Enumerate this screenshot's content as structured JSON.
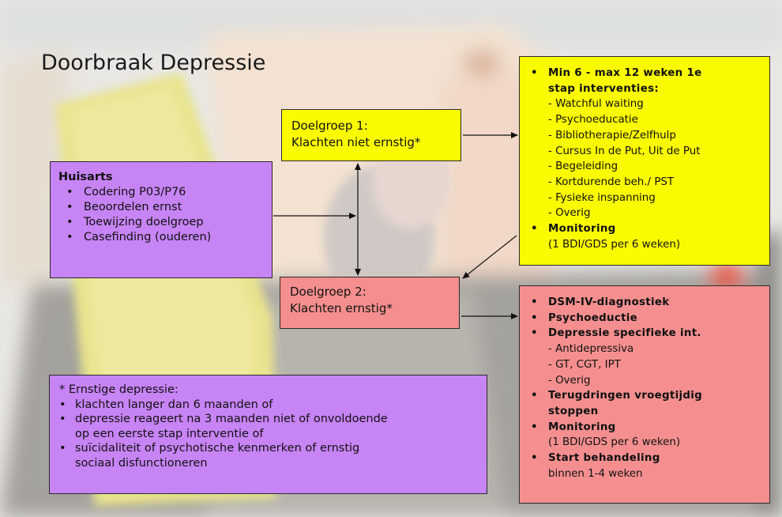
{
  "title": "Doorbraak Depressie",
  "huisarts": {
    "heading": "Huisarts",
    "items": [
      "Codering P03/P76",
      "Beoordelen ernst",
      "Toewijzing doelgroep",
      "Casefinding (ouderen)"
    ]
  },
  "doelgroep1": {
    "line1": "Doelgroep 1:",
    "line2": "Klachten niet ernstig*"
  },
  "doelgroep2": {
    "line1": "Doelgroep 2:",
    "line2": "Klachten ernstig*"
  },
  "eerste_stap": {
    "heading_line1": "Min 6 - max 12 weken 1e",
    "heading_line2": "stap interventies:",
    "items": [
      "- Watchful waiting",
      "- Psychoeducatie",
      "- Bibliotherapie/Zelfhulp",
      "- Cursus In de Put, Uit de Put",
      "- Begeleiding",
      "- Kortdurende beh./ PST",
      "- Fysieke inspanning",
      "- Overig"
    ],
    "monitoring_heading": "Monitoring",
    "monitoring_text": "(1 BDI/GDS per 6 weken)"
  },
  "specialistisch": {
    "item1": "DSM-IV-diagnostiek",
    "item2": "Psychoeductie",
    "item3": "Depressie specifieke int.",
    "sub_items": [
      "- Antidepressiva",
      "- GT, CGT, IPT",
      "- Overig"
    ],
    "item4_line1": "Terugdringen vroegtijdig",
    "item4_line2": "stoppen",
    "monitoring_heading": "Monitoring",
    "monitoring_text": "(1 BDI/GDS per 6 weken)",
    "start_heading": "Start behandeling",
    "start_text": "binnen 1-4 weken"
  },
  "ernstig_note": {
    "heading": "* Ernstige depressie:",
    "item1": "klachten langer dan 6 maanden of",
    "item2_line1": "depressie reageert na 3 maanden niet of onvoldoende",
    "item2_line2": "op een eerste stap interventie of",
    "item3_line1": "suïcidaliteit of psychotische kenmerken of ernstig",
    "item3_line2": "sociaal disfunctioneren"
  },
  "colors": {
    "purple": "#c784f5",
    "yellow": "#fbfb00",
    "pink": "#f58f8f"
  }
}
